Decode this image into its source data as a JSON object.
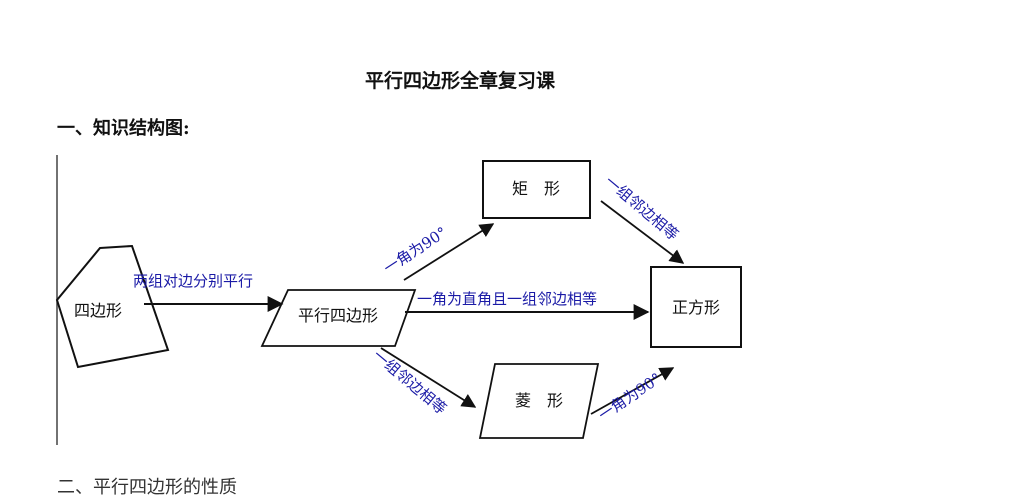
{
  "page": {
    "title": "平行四边形全章复习课",
    "section_one": "一、知识结构图:",
    "section_two": "二、平行四边形的性质"
  },
  "diagram": {
    "nodes": {
      "quadrilateral": "四边形",
      "parallelogram": "平行四边形",
      "rectangle": "矩　形",
      "rhombus": "菱　形",
      "square": "正方形"
    },
    "edges": {
      "quad_to_para": "两组对边分别平行",
      "para_to_rect": "一角为90°",
      "para_to_square": "一角为直角且一组邻边相等",
      "para_to_rhombus": "一组邻边相等",
      "rect_to_square": "一组邻边相等",
      "rhombus_to_square": "一角为90°"
    },
    "colors": {
      "line": "#111111",
      "edge_label": "#1a1aa6"
    }
  }
}
